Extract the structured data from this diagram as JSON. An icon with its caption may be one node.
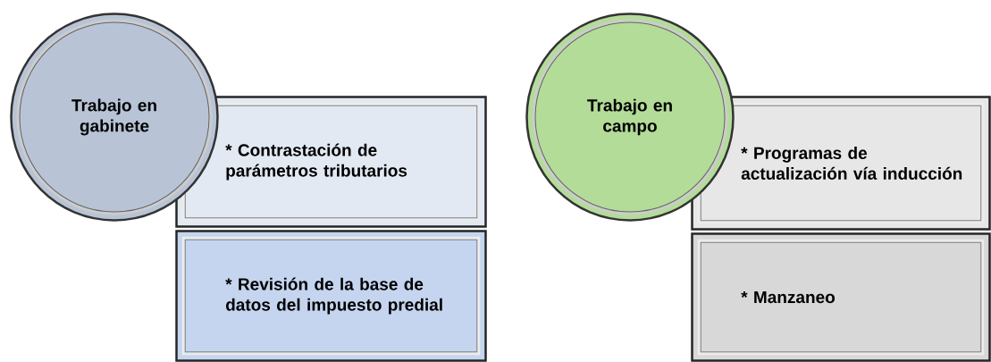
{
  "diagram": {
    "nodes": [
      {
        "text": [
          "Trabajo en gabinete"
        ]
      },
      {
        "text": [
          "* Contrastación de parámetros tributarios"
        ]
      },
      {
        "text": [
          "* Revisión de la base de datos del impuesto predial"
        ]
      },
      {
        "text": [
          "Trabajo en campo"
        ]
      },
      {
        "text": [
          "* Programas de actualización vía inducción"
        ]
      },
      {
        "text": [
          "* Manzaneo"
        ]
      }
    ]
  }
}
